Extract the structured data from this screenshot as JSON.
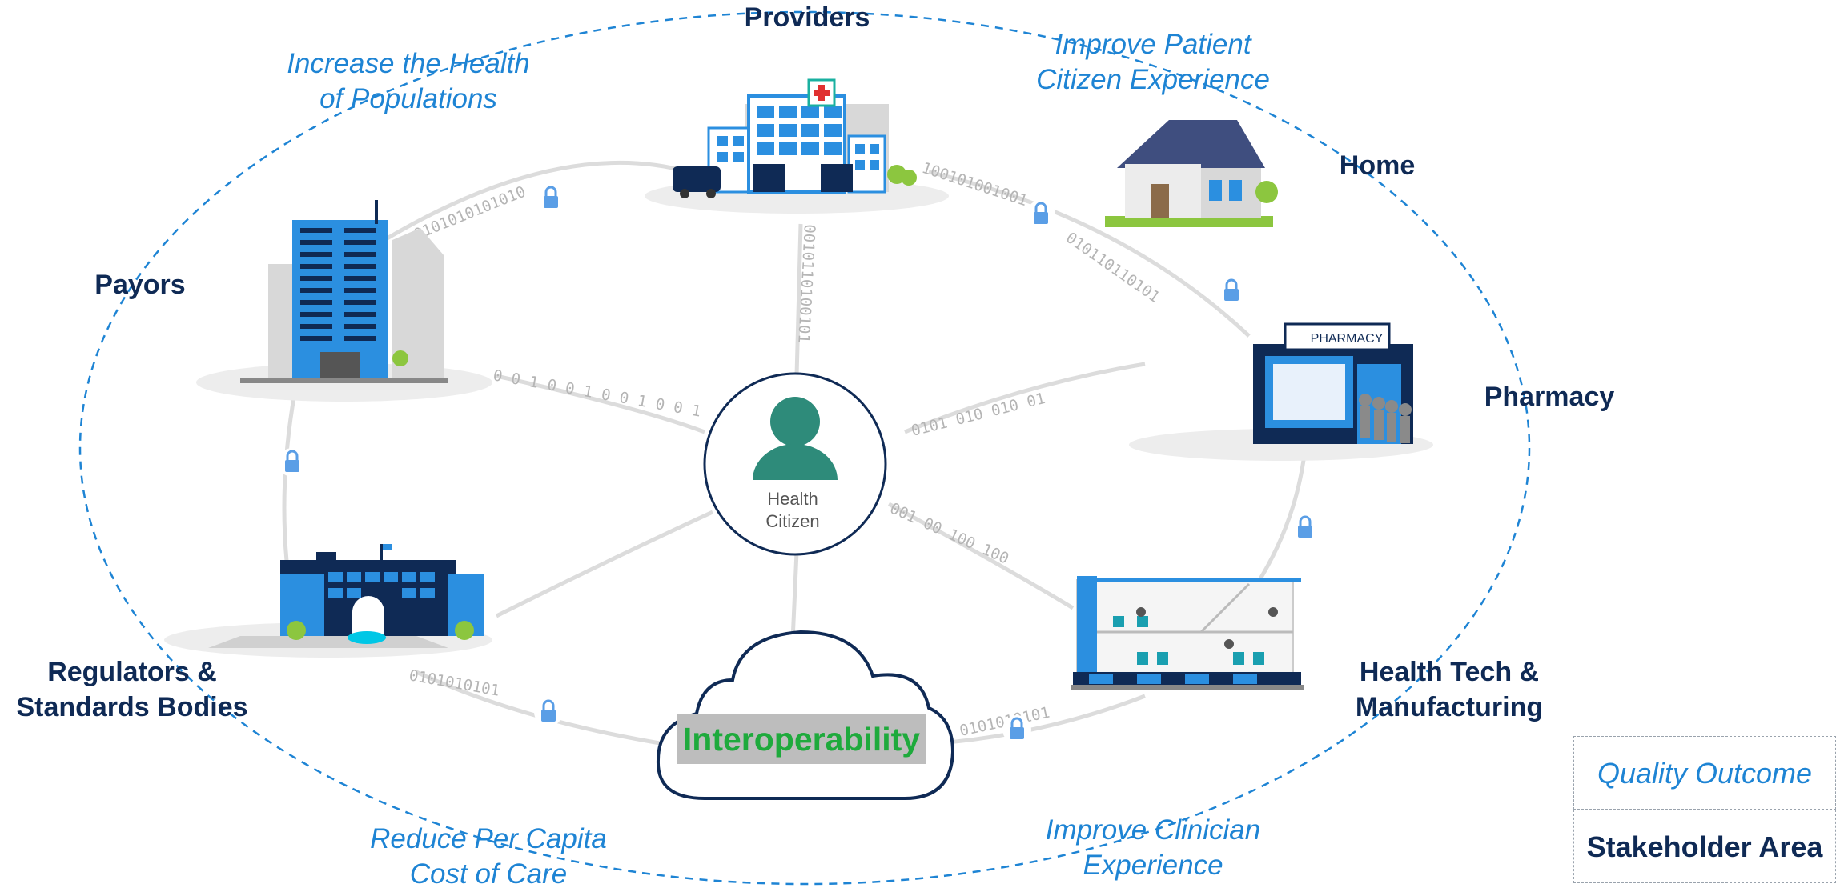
{
  "center": {
    "line1": "Health",
    "line2": "Citizen"
  },
  "interoperability": "Interoperability",
  "stakeholders": {
    "providers": {
      "line1": "Providers"
    },
    "home": {
      "line1": "Home"
    },
    "payors": {
      "line1": "Payors"
    },
    "pharmacy": {
      "line1": "Pharmacy"
    },
    "regulators": {
      "line1": "Regulators &",
      "line2": "Standards Bodies"
    },
    "healthtech": {
      "line1": "Health Tech &",
      "line2": "Manufacturing"
    }
  },
  "outcomes": {
    "populations": {
      "line1": "Increase the Health",
      "line2": "of Populations"
    },
    "patient": {
      "line1": "Improve Patient",
      "line2": "Citizen Experience"
    },
    "cost": {
      "line1": "Reduce Per Capita",
      "line2": "Cost of Care"
    },
    "clinician": {
      "line1": "Improve Clinician",
      "line2": "Experience"
    }
  },
  "pharmacy_sign": "PHARMACY",
  "binary_strings": [
    "0101010101010",
    "100101001001",
    "010110110101",
    "0101010101",
    "0101010101",
    "0010110100101",
    "0 0 1 0 0 1 0 0 1 0 0 1",
    "0101 010 010 01",
    "001 00 100 100"
  ],
  "legend": {
    "quality": "Quality Outcome",
    "stakeholder": "Stakeholder Area"
  },
  "colors": {
    "navy": "#0f2a55",
    "accent_blue": "#1e84d4",
    "green": "#1eaa3c",
    "grey": "#bdbdbd",
    "building_blue": "#2b8fe0"
  }
}
